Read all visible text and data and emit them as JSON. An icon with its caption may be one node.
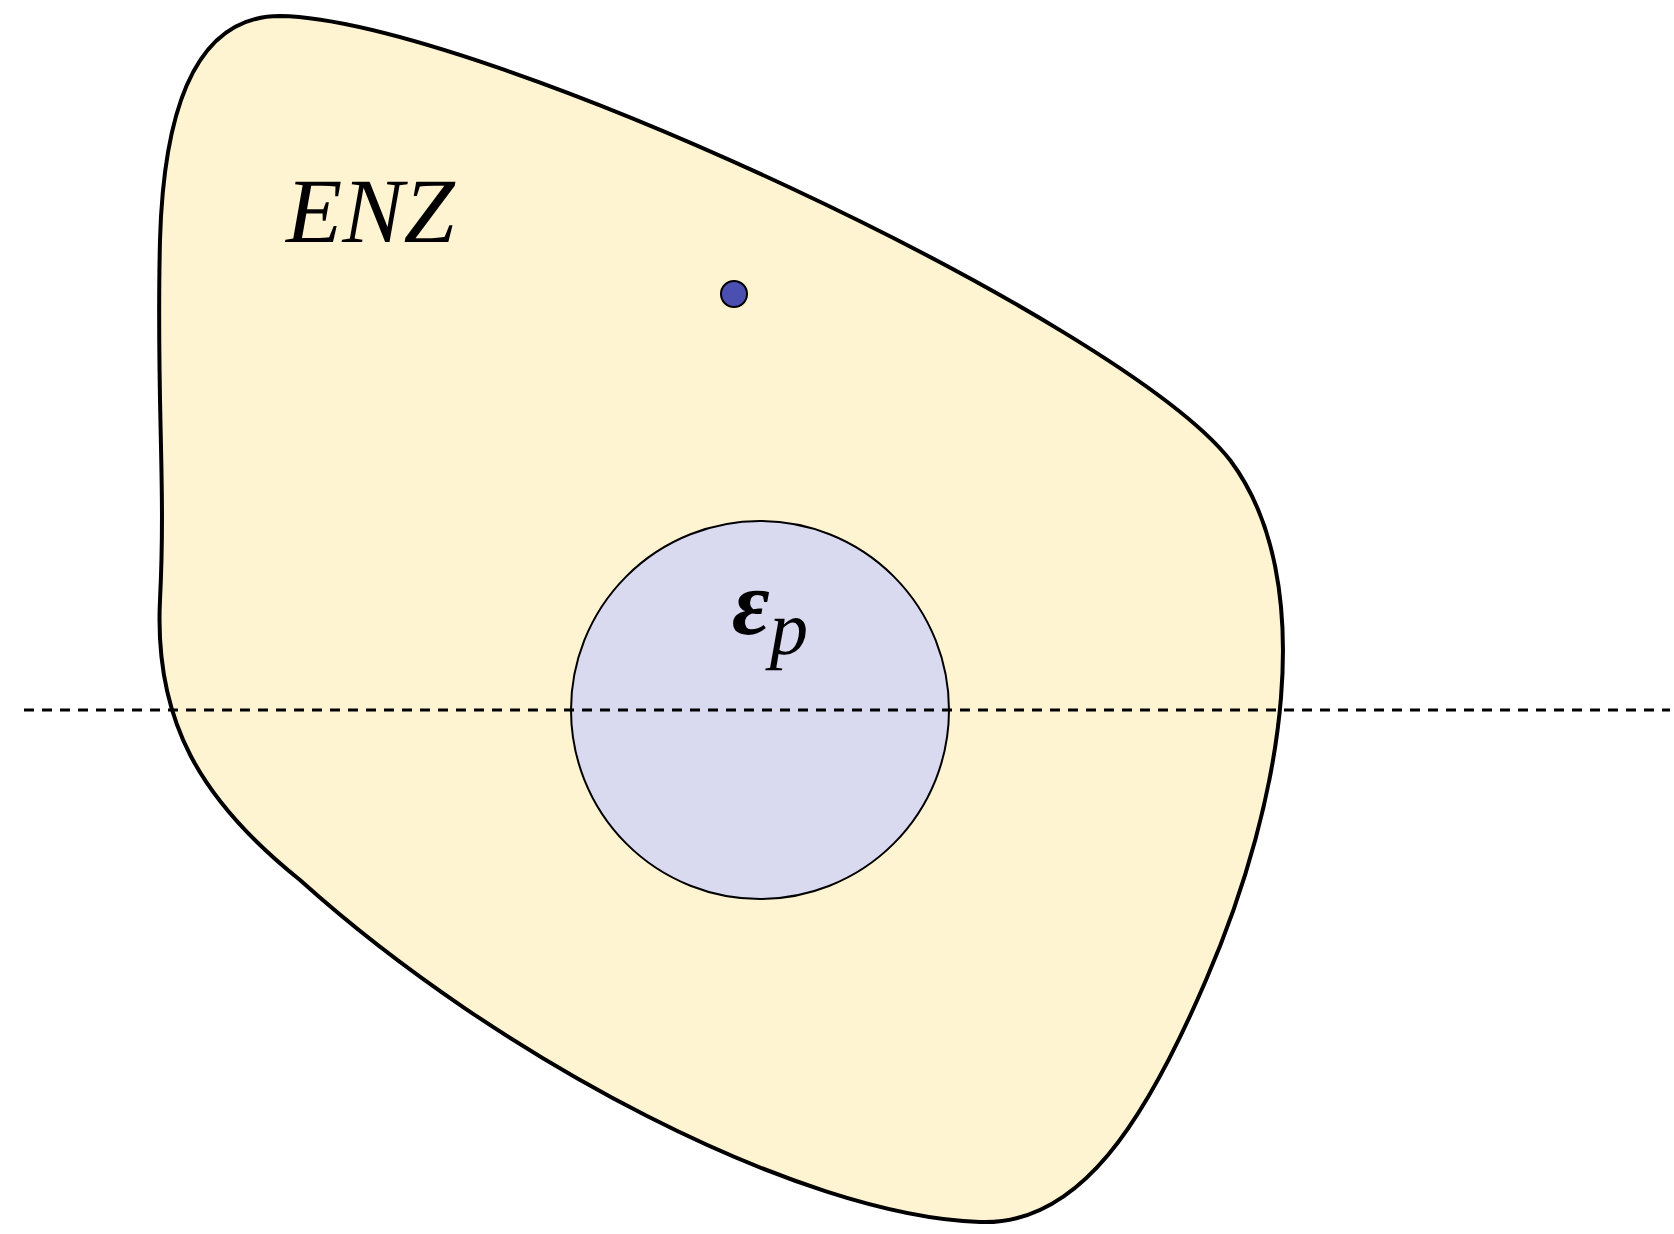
{
  "diagram": {
    "nodes": [
      {
        "text": [
          "ENZ"
        ]
      },
      {
        "text": [],
        "shape": "circle",
        "in": 0
      },
      {
        "text": [
          "**ε**$_{p}$"
        ],
        "in": 0
      }
    ],
    "edges": []
  }
}
